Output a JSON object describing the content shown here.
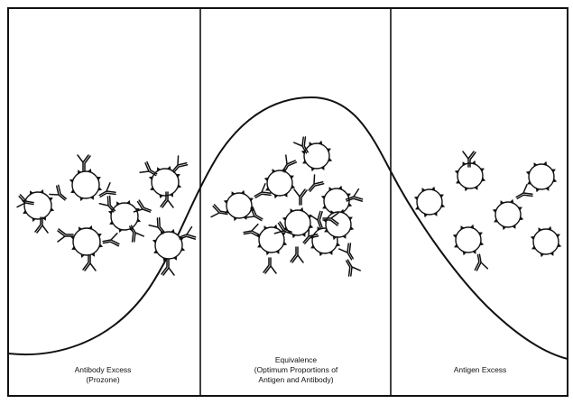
{
  "zones": [
    {
      "id": "antibody-excess",
      "caption": [
        "Antibody Excess",
        "(Prozone)"
      ]
    },
    {
      "id": "equivalence",
      "caption": [
        "Equivalence",
        "(Optimum Proportions of",
        "Antigen and Antibody)"
      ]
    },
    {
      "id": "antigen-excess",
      "caption": [
        "Antigen Excess"
      ]
    }
  ],
  "colors": {
    "ink": "#111111",
    "paper": "#ffffff"
  }
}
